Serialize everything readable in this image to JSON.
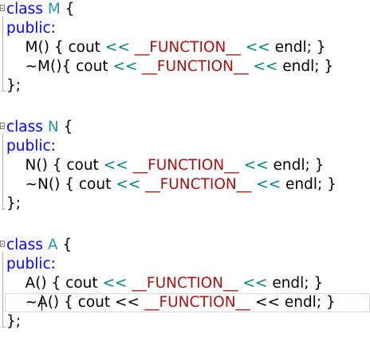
{
  "editor": {
    "blocks": [
      {
        "class_kw": "class",
        "class_name": "M",
        "open": " {",
        "access": "public",
        "access_colon": ":",
        "ctor": {
          "name": "M",
          "pre": "() { cout ",
          "op1": "<<",
          "mac": "__FUNCTION__",
          "op2": "<<",
          "post": " endl; }"
        },
        "dtor": {
          "tilde": "~",
          "name": "M",
          "pre": "(){ cout ",
          "op1": "<<",
          "mac": "__FUNCTION__",
          "op2": "<<",
          "post": " endl; }"
        },
        "close": "};"
      },
      {
        "class_kw": "class",
        "class_name": "N",
        "open": " {",
        "access": "public",
        "access_colon": ":",
        "ctor": {
          "name": "N",
          "pre": "() { cout ",
          "op1": "<<",
          "mac": "__FUNCTION__",
          "op2": "<<",
          "post": " endl; }"
        },
        "dtor": {
          "tilde": "~",
          "name": "N",
          "pre": "() { cout ",
          "op1": "<<",
          "mac": "__FUNCTION__",
          "op2": "<<",
          "post": " endl; }"
        },
        "close": "};"
      },
      {
        "class_kw": "class",
        "class_name": "A",
        "open": " {",
        "access": "public",
        "access_colon": ":",
        "ctor": {
          "name": "A",
          "pre": "() { cout ",
          "op1": "<<",
          "mac": "__FUNCTION__",
          "op2": "<<",
          "post": " endl; }"
        },
        "dtor": {
          "tilde": "~",
          "name": "A",
          "pre": "() { cout ",
          "op1": "<<",
          "mac": "__FUNCTION__",
          "op2": "<<",
          "post": " endl; }"
        },
        "close": "};"
      }
    ],
    "colors": {
      "keyword": "#0000ff",
      "type": "#2b91af",
      "operator": "#008080",
      "macro": "#a31515",
      "text": "#000000"
    }
  }
}
